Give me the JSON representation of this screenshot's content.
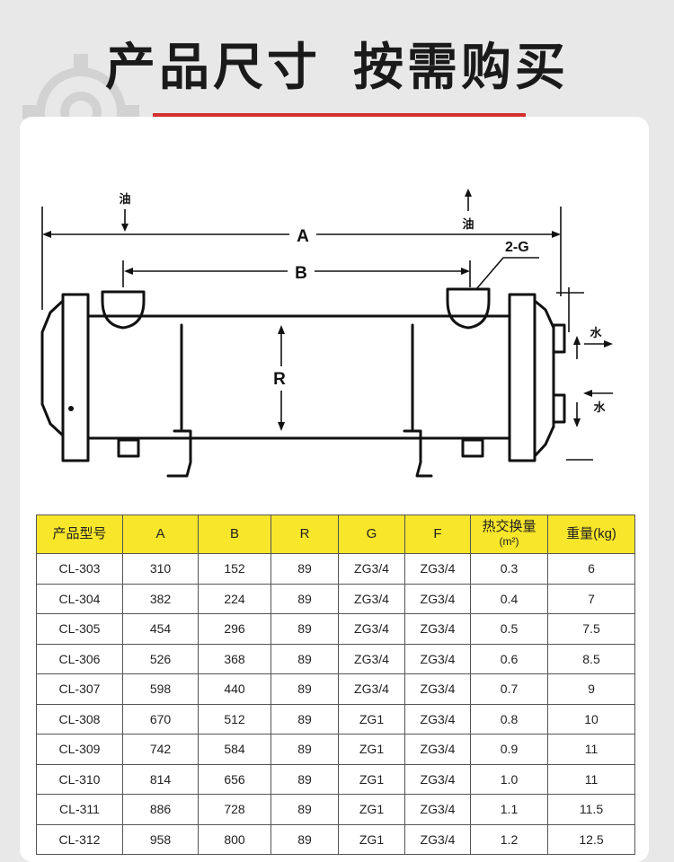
{
  "header": {
    "title_part1": "产品尺寸",
    "title_part2": "按需购买",
    "accent_color": "#d42f2f"
  },
  "diagram": {
    "label_A": "A",
    "label_B": "B",
    "label_R": "R",
    "label_2G": "2-G",
    "label_oil_in": "油",
    "label_oil_out": "油",
    "label_water_out": "水",
    "label_water_in": "水"
  },
  "table": {
    "header_color": "#f7e62a",
    "columns": [
      "产品型号",
      "A",
      "B",
      "R",
      "G",
      "F",
      "热交换量",
      "重量(kg)"
    ],
    "heat_unit": "(m²)",
    "rows": [
      [
        "CL-303",
        "310",
        "152",
        "89",
        "ZG3/4",
        "ZG3/4",
        "0.3",
        "6"
      ],
      [
        "CL-304",
        "382",
        "224",
        "89",
        "ZG3/4",
        "ZG3/4",
        "0.4",
        "7"
      ],
      [
        "CL-305",
        "454",
        "296",
        "89",
        "ZG3/4",
        "ZG3/4",
        "0.5",
        "7.5"
      ],
      [
        "CL-306",
        "526",
        "368",
        "89",
        "ZG3/4",
        "ZG3/4",
        "0.6",
        "8.5"
      ],
      [
        "CL-307",
        "598",
        "440",
        "89",
        "ZG3/4",
        "ZG3/4",
        "0.7",
        "9"
      ],
      [
        "CL-308",
        "670",
        "512",
        "89",
        "ZG1",
        "ZG3/4",
        "0.8",
        "10"
      ],
      [
        "CL-309",
        "742",
        "584",
        "89",
        "ZG1",
        "ZG3/4",
        "0.9",
        "11"
      ],
      [
        "CL-310",
        "814",
        "656",
        "89",
        "ZG1",
        "ZG3/4",
        "1.0",
        "11"
      ],
      [
        "CL-311",
        "886",
        "728",
        "89",
        "ZG1",
        "ZG3/4",
        "1.1",
        "11.5"
      ],
      [
        "CL-312",
        "958",
        "800",
        "89",
        "ZG1",
        "ZG3/4",
        "1.2",
        "12.5"
      ]
    ]
  }
}
